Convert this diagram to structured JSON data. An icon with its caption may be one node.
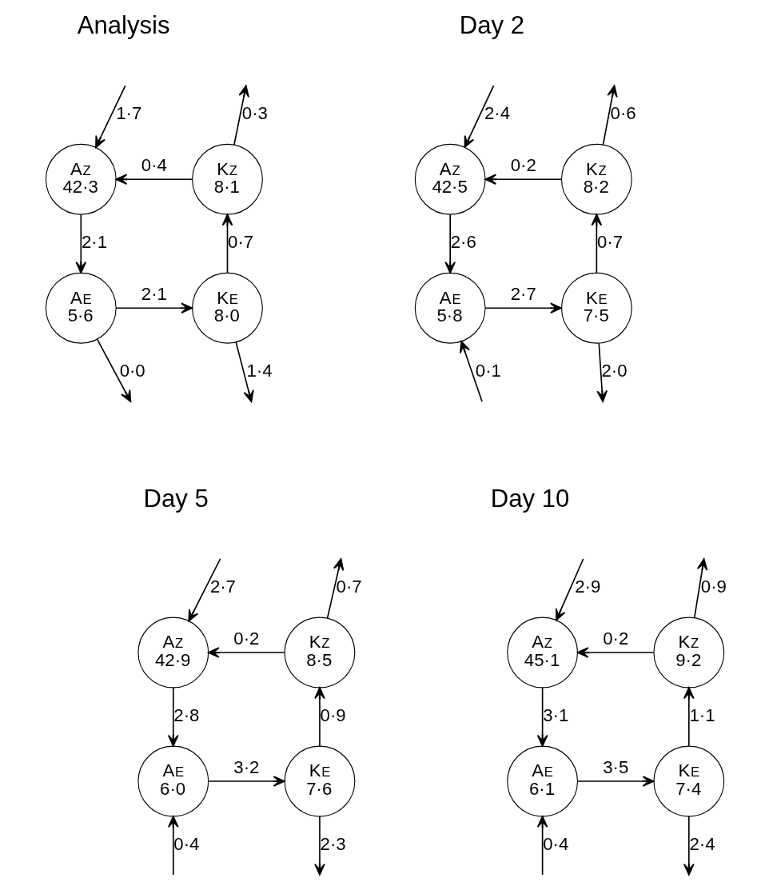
{
  "diagram": {
    "nodes": [
      {
        "text": [
          "A$_{Z}$",
          "42·3"
        ]
      },
      {
        "text": [
          "K$_{Z}$",
          "8·1"
        ]
      },
      {
        "text": [
          "A$_{E}$",
          "5·6"
        ]
      },
      {
        "text": [
          "K$_{E}$",
          "8·0"
        ]
      },
      {
        "text": [
          "A$_{Z}$",
          "42·5"
        ]
      },
      {
        "text": [
          "K$_{Z}$",
          "8·2"
        ]
      },
      {
        "text": [
          "A$_{E}$",
          "5·8"
        ]
      },
      {
        "text": [
          "K$_{E}$",
          "7·5"
        ]
      },
      {
        "text": [
          "A$_{Z}$",
          "42·9"
        ]
      },
      {
        "text": [
          "K$_{Z}$",
          "8·5"
        ]
      },
      {
        "text": [
          "A$_{E}$",
          "6·0"
        ]
      },
      {
        "text": [
          "K$_{E}$",
          "7·6"
        ]
      },
      {
        "text": [
          "A$_{Z}$",
          "45·1"
        ]
      },
      {
        "text": [
          "K$_{Z}$",
          "9·2"
        ]
      },
      {
        "text": [
          "A$_{E}$",
          "6·1"
        ]
      },
      {
        "text": [
          "K$_{E}$",
          "7·4"
        ]
      }
    ],
    "edges": [
      {
        "from": null,
        "to": 0,
        "arrow": "to",
        "label": "1·7"
      },
      {
        "from": 1,
        "to": 0,
        "arrow": "to",
        "label": "0·4"
      },
      {
        "from": 1,
        "to": null,
        "arrow": "to",
        "label": "0·3"
      },
      {
        "from": 0,
        "to": 2,
        "arrow": "to",
        "label": "2·1"
      },
      {
        "from": 3,
        "to": 1,
        "arrow": "to",
        "label": "0·7"
      },
      {
        "from": 2,
        "to": 3,
        "arrow": "to",
        "label": "2·1"
      },
      {
        "from": 2,
        "to": null,
        "arrow": "to",
        "label": "0·0"
      },
      {
        "from": 3,
        "to": null,
        "arrow": "to",
        "label": "1·4"
      },
      {
        "from": null,
        "to": 4,
        "arrow": "to",
        "label": "2·4"
      },
      {
        "from": 5,
        "to": 4,
        "arrow": "to",
        "label": "0·2"
      },
      {
        "from": 5,
        "to": null,
        "arrow": "to",
        "label": "0·6"
      },
      {
        "from": 4,
        "to": 6,
        "arrow": "to",
        "label": "2·6"
      },
      {
        "from": 7,
        "to": 5,
        "arrow": "to",
        "label": "0·7"
      },
      {
        "from": 6,
        "to": 7,
        "arrow": "to",
        "label": "2·7"
      },
      {
        "from": null,
        "to": 6,
        "arrow": "to",
        "label": "0·1"
      },
      {
        "from": 7,
        "to": null,
        "arrow": "to",
        "label": "2·0"
      },
      {
        "from": null,
        "to": 8,
        "arrow": "to",
        "label": "2·7"
      },
      {
        "from": 9,
        "to": 8,
        "arrow": "to",
        "label": "0·2"
      },
      {
        "from": 9,
        "to": null,
        "arrow": "to",
        "label": "0·7"
      },
      {
        "from": 8,
        "to": 10,
        "arrow": "to",
        "label": "2·8"
      },
      {
        "from": 11,
        "to": 9,
        "arrow": "to",
        "label": "0·9"
      },
      {
        "from": 10,
        "to": 11,
        "arrow": "to",
        "label": "3·2"
      },
      {
        "from": null,
        "to": 10,
        "arrow": "to",
        "label": "0·4"
      },
      {
        "from": 11,
        "to": null,
        "arrow": "to",
        "label": "2·3"
      },
      {
        "from": null,
        "to": 12,
        "arrow": "to",
        "label": "2·9"
      },
      {
        "from": 13,
        "to": 12,
        "arrow": "to",
        "label": "0·2"
      },
      {
        "from": 13,
        "to": null,
        "arrow": "to",
        "label": "0·9"
      },
      {
        "from": 12,
        "to": 14,
        "arrow": "to",
        "label": "3·1"
      },
      {
        "from": 15,
        "to": 13,
        "arrow": "to",
        "label": "1·1"
      },
      {
        "from": 14,
        "to": 15,
        "arrow": "to",
        "label": "3·5"
      },
      {
        "from": null,
        "to": 14,
        "arrow": "to",
        "label": "0·4"
      },
      {
        "from": 15,
        "to": null,
        "arrow": "to",
        "label": "2·4"
      }
    ],
    "labels": [
      "Analysis",
      "Day 2",
      "Day 5",
      "Day 10"
    ]
  }
}
